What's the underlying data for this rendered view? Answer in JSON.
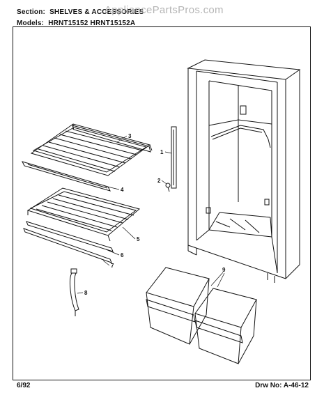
{
  "header": {
    "section_label": "Section:",
    "section_value": "SHELVES & ACCESSORIES",
    "models_label": "Models:",
    "models_value": "HRNT15152   HRNT15152A",
    "watermark": "AppliancePartsPros.com"
  },
  "callouts": [
    "1",
    "2",
    "3",
    "4",
    "5",
    "6",
    "7",
    "8",
    "9"
  ],
  "footer": {
    "date": "6/92",
    "drawing_number": "Drw No: A-46-12"
  }
}
